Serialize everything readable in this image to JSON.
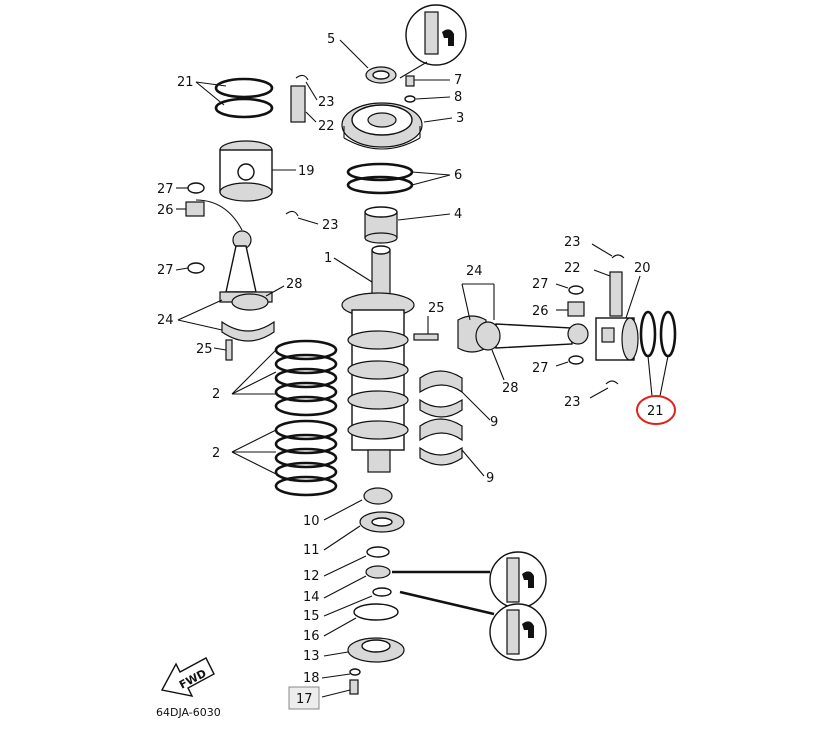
{
  "diagram": {
    "drawing_code": "64DJA-6030",
    "fwd_label": "FWD",
    "callouts": {
      "c1": "1",
      "c2a": "2",
      "c2b": "2",
      "c3": "3",
      "c4": "4",
      "c5": "5",
      "c6": "6",
      "c7": "7",
      "c8": "8",
      "c9a": "9",
      "c9b": "9",
      "c10": "10",
      "c11": "11",
      "c12": "12",
      "c13": "13",
      "c14": "14",
      "c15": "15",
      "c16": "16",
      "c17": "17",
      "c18": "18",
      "c19": "19",
      "c20": "20",
      "c21L": "21",
      "c21R": "21",
      "c22L": "22",
      "c22R": "22",
      "c23a": "23",
      "c23b": "23",
      "c23c": "23",
      "c23d": "23",
      "c24L": "24",
      "c24R": "24",
      "c25L": "25",
      "c25R": "25",
      "c26L": "26",
      "c26R": "26",
      "c27a": "27",
      "c27b": "27",
      "c27c": "27",
      "c27d": "27",
      "c28L": "28",
      "c28R": "28"
    },
    "highlight_color": "#e0211b"
  }
}
